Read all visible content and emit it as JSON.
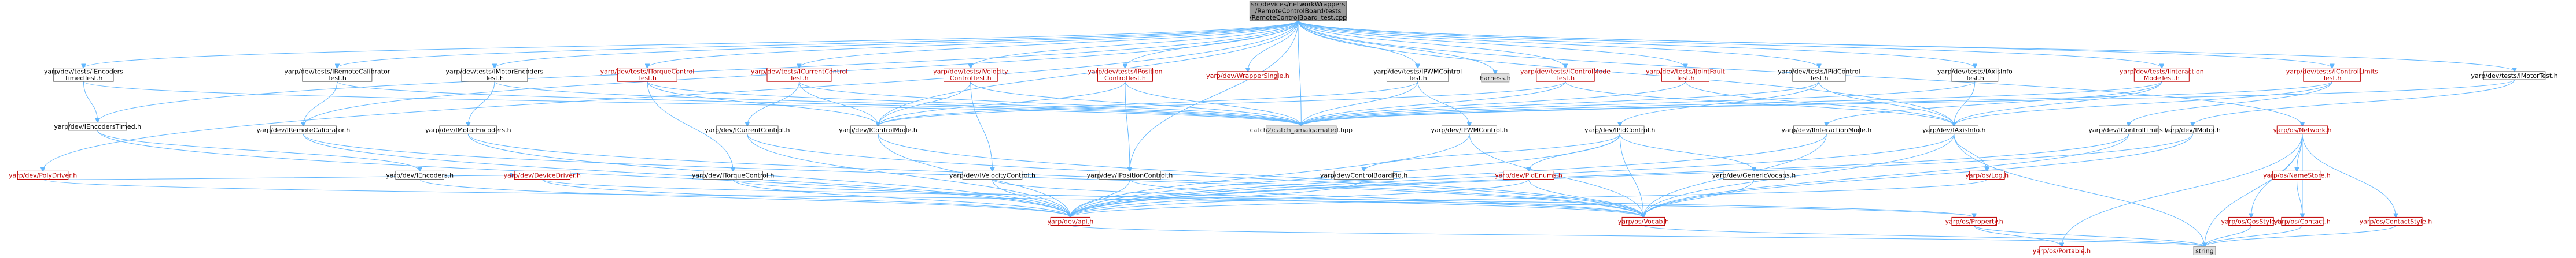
{
  "graph": {
    "root": "root",
    "nodes": [
      {
        "id": "root",
        "lines": [
          "src/devices/networkWrappers",
          "/RemoteControlBoard/tests",
          "/RemoteControlBoard_test.cpp"
        ],
        "style": "root"
      },
      {
        "id": "harness",
        "lines": [
          "harness.h"
        ],
        "style": "ext"
      },
      {
        "id": "tEnc",
        "lines": [
          "yarp/dev/tests/IEncoders",
          "TimedTest.h"
        ],
        "style": "normal"
      },
      {
        "id": "tRemCal",
        "lines": [
          "yarp/dev/tests/IRemoteCalibrator",
          "Test.h"
        ],
        "style": "normal"
      },
      {
        "id": "tMotEnc",
        "lines": [
          "yarp/dev/tests/IMotorEncoders",
          "Test.h"
        ],
        "style": "normal"
      },
      {
        "id": "tTorque",
        "lines": [
          "yarp/dev/tests/ITorqueControl",
          "Test.h"
        ],
        "style": "red"
      },
      {
        "id": "tCurrent",
        "lines": [
          "yarp/dev/tests/ICurrentControl",
          "Test.h"
        ],
        "style": "red"
      },
      {
        "id": "tVel",
        "lines": [
          "yarp/dev/tests/IVelocity",
          "ControlTest.h"
        ],
        "style": "red"
      },
      {
        "id": "tPos",
        "lines": [
          "yarp/dev/tests/IPosition",
          "ControlTest.h"
        ],
        "style": "red"
      },
      {
        "id": "wrapSingle",
        "lines": [
          "yarp/dev/WrapperSingle.h"
        ],
        "style": "red"
      },
      {
        "id": "tPWM",
        "lines": [
          "yarp/dev/tests/IPWMControl",
          "Test.h"
        ],
        "style": "normal"
      },
      {
        "id": "tCtlMode",
        "lines": [
          "yarp/dev/tests/IControlMode",
          "Test.h"
        ],
        "style": "red"
      },
      {
        "id": "tJoint",
        "lines": [
          "yarp/dev/tests/IJointFault",
          "Test.h"
        ],
        "style": "red"
      },
      {
        "id": "tPid",
        "lines": [
          "yarp/dev/tests/IPidControl",
          "Test.h"
        ],
        "style": "normal"
      },
      {
        "id": "tAxis",
        "lines": [
          "yarp/dev/tests/IAxisInfo",
          "Test.h"
        ],
        "style": "normal"
      },
      {
        "id": "tInter",
        "lines": [
          "yarp/dev/tests/IInteraction",
          "ModeTest.h"
        ],
        "style": "red"
      },
      {
        "id": "tLimits",
        "lines": [
          "yarp/dev/tests/IControlLimits",
          "Test.h"
        ],
        "style": "red"
      },
      {
        "id": "tMotor",
        "lines": [
          "yarp/dev/tests/IMotorTest.h"
        ],
        "style": "normal"
      },
      {
        "id": "catch2",
        "lines": [
          "catch2/catch_amalgamated.hpp"
        ],
        "style": "ext"
      },
      {
        "id": "encTimed",
        "lines": [
          "yarp/dev/IEncodersTimed.h"
        ],
        "style": "normal"
      },
      {
        "id": "remCal",
        "lines": [
          "yarp/dev/IRemoteCalibrator.h"
        ],
        "style": "normal"
      },
      {
        "id": "motEnc",
        "lines": [
          "yarp/dev/IMotorEncoders.h"
        ],
        "style": "normal"
      },
      {
        "id": "curCtl",
        "lines": [
          "yarp/dev/ICurrentControl.h"
        ],
        "style": "normal"
      },
      {
        "id": "ctlMode",
        "lines": [
          "yarp/dev/IControlMode.h"
        ],
        "style": "normal"
      },
      {
        "id": "pwm",
        "lines": [
          "yarp/dev/IPWMControl.h"
        ],
        "style": "normal"
      },
      {
        "id": "pidCtl",
        "lines": [
          "yarp/dev/IPidControl.h"
        ],
        "style": "normal"
      },
      {
        "id": "interMode",
        "lines": [
          "yarp/dev/IInteractionMode.h"
        ],
        "style": "normal"
      },
      {
        "id": "axisInfo",
        "lines": [
          "yarp/dev/IAxisInfo.h"
        ],
        "style": "normal"
      },
      {
        "id": "ctlLimits",
        "lines": [
          "yarp/dev/IControlLimits.h"
        ],
        "style": "normal"
      },
      {
        "id": "motor",
        "lines": [
          "yarp/dev/IMotor.h"
        ],
        "style": "normal"
      },
      {
        "id": "network",
        "lines": [
          "yarp/os/Network.h"
        ],
        "style": "red"
      },
      {
        "id": "poly",
        "lines": [
          "yarp/dev/PolyDriver.h"
        ],
        "style": "red"
      },
      {
        "id": "enc",
        "lines": [
          "yarp/dev/IEncoders.h"
        ],
        "style": "normal"
      },
      {
        "id": "devDrv",
        "lines": [
          "yarp/dev/DeviceDriver.h"
        ],
        "style": "red"
      },
      {
        "id": "torque",
        "lines": [
          "yarp/dev/ITorqueControl.h"
        ],
        "style": "normal"
      },
      {
        "id": "velCtl",
        "lines": [
          "yarp/dev/IVelocityControl.h"
        ],
        "style": "normal"
      },
      {
        "id": "posCtl",
        "lines": [
          "yarp/dev/IPositionControl.h"
        ],
        "style": "normal"
      },
      {
        "id": "cbPid",
        "lines": [
          "yarp/dev/ControlBoardPid.h"
        ],
        "style": "normal"
      },
      {
        "id": "pidEnums",
        "lines": [
          "yarp/dev/PidEnums.h"
        ],
        "style": "red"
      },
      {
        "id": "genVocabs",
        "lines": [
          "yarp/dev/GenericVocabs.h"
        ],
        "style": "normal"
      },
      {
        "id": "log",
        "lines": [
          "yarp/os/Log.h"
        ],
        "style": "red"
      },
      {
        "id": "nameStore",
        "lines": [
          "yarp/os/NameStore.h"
        ],
        "style": "red"
      },
      {
        "id": "qos",
        "lines": [
          "yarp/os/QosStyle.h"
        ],
        "style": "red"
      },
      {
        "id": "contact",
        "lines": [
          "yarp/os/Contact.h"
        ],
        "style": "red"
      },
      {
        "id": "contactStyle",
        "lines": [
          "yarp/os/ContactStyle.h"
        ],
        "style": "red"
      },
      {
        "id": "api",
        "lines": [
          "yarp/dev/api.h"
        ],
        "style": "red"
      },
      {
        "id": "vocab",
        "lines": [
          "yarp/os/Vocab.h"
        ],
        "style": "red"
      },
      {
        "id": "property",
        "lines": [
          "yarp/os/Property.h"
        ],
        "style": "red"
      },
      {
        "id": "portable",
        "lines": [
          "yarp/os/Portable.h"
        ],
        "style": "red"
      },
      {
        "id": "string",
        "lines": [
          "string"
        ],
        "style": "ext"
      }
    ]
  }
}
